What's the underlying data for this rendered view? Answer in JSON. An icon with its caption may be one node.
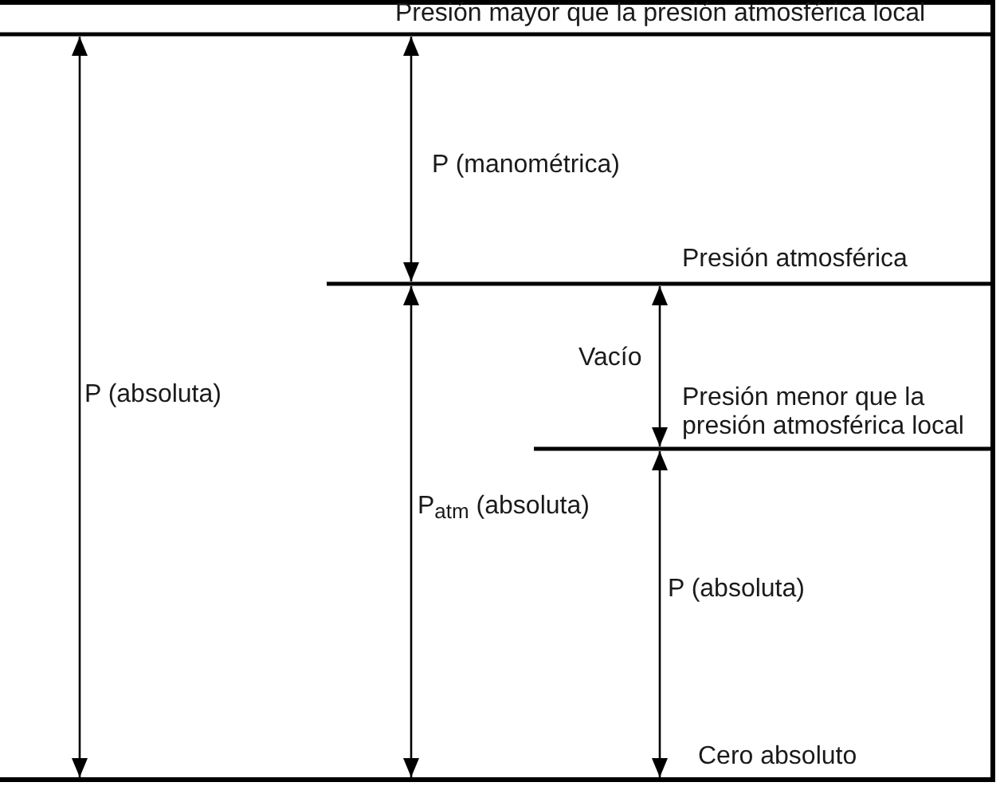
{
  "diagram": {
    "labels": [
      "Presión mayor que la presión atmosférica local",
      "P (manométrica)",
      "Presión atmosférica",
      "Vacío",
      "P (absoluta)",
      "Presión menor que la presión atmosférica local",
      "P$_{atm}$ (absoluta)",
      "P (absoluta)",
      "Cero absoluto"
    ]
  }
}
